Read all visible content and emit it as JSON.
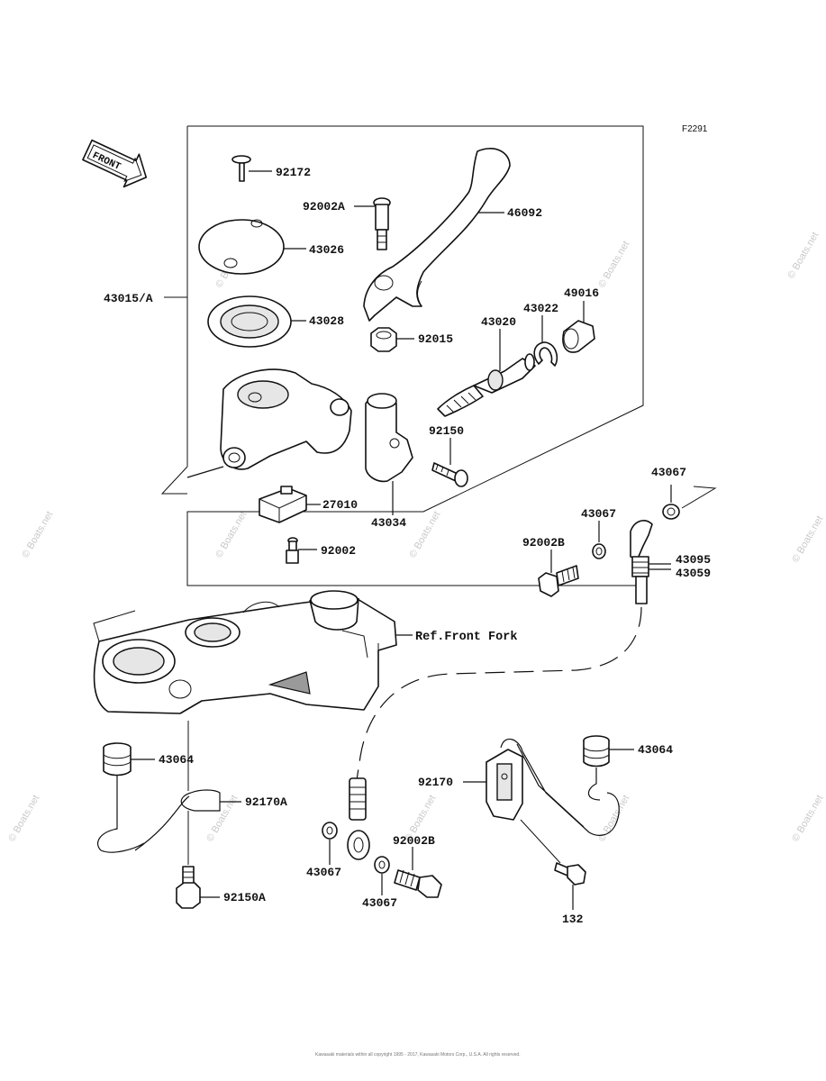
{
  "figure_code": "F2291",
  "front_indicator": "FRONT",
  "reference_label": "Ref.Front Fork",
  "watermark": "© Boats.net",
  "footer": "Kawasaki materials within all copyright 1995 - 2017, Kawasaki Motors Corp., U.S.A.  All rights reserved.",
  "callouts": {
    "c92172": "92172",
    "c92002A": "92002A",
    "c46092": "46092",
    "c43026": "43026",
    "c43015A": "43015/A",
    "c43028": "43028",
    "c92015": "92015",
    "c49016": "49016",
    "c43022": "43022",
    "c43020": "43020",
    "c92150": "92150",
    "c43034": "43034",
    "c27010": "27010",
    "c92002": "92002",
    "c43067a": "43067",
    "c43067b": "43067",
    "c92002B_top": "92002B",
    "c43095": "43095",
    "c43059": "43059",
    "c43064_left": "43064",
    "c92170A": "92170A",
    "c92150A": "92150A",
    "c43067c": "43067",
    "c92002B_bottom": "92002B",
    "c43067d": "43067",
    "c92170": "92170",
    "c43064_right": "43064",
    "c132": "132"
  }
}
